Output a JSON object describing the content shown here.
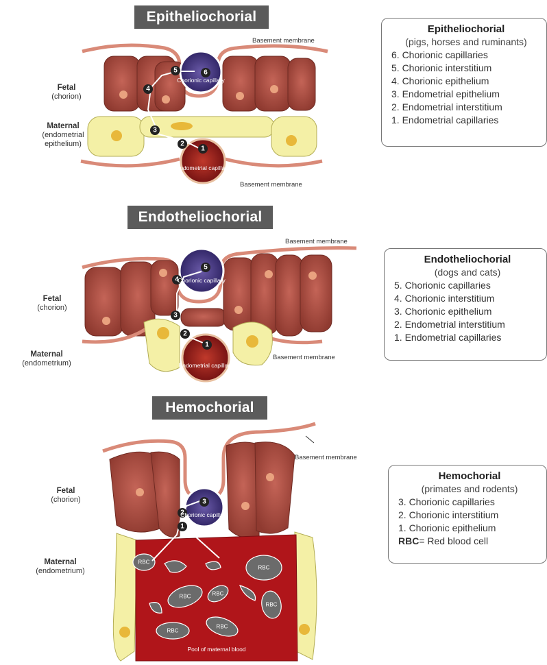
{
  "epi": {
    "title": "Epitheliochorial",
    "fetal_label": "Fetal",
    "fetal_sub": "(chorion)",
    "maternal_label": "Maternal",
    "maternal_sub": "(endometrial epithelium)",
    "basement_top": "Basement membrane",
    "basement_bottom": "Basement membrane",
    "chorionic": "Chorionic capillary",
    "endometrial": "Endometrial capillary",
    "numbers": [
      "1",
      "2",
      "3",
      "4",
      "5",
      "6"
    ],
    "box": {
      "title": "Epitheliochorial",
      "subtitle": "(pigs, horses and ruminants)",
      "items": [
        "6. Chorionic capillaries",
        "5. Chorionic interstitium",
        "4. Chorionic epithelium",
        "3. Endometrial epithelium",
        "2. Endometrial interstitium",
        "1. Endometrial capillaries"
      ]
    }
  },
  "endo": {
    "title": "Endotheliochorial",
    "fetal_label": "Fetal",
    "fetal_sub": "(chorion)",
    "maternal_label": "Maternal",
    "maternal_sub": "(endometrium)",
    "basement_top": "Basement membrane",
    "basement_bottom": "Basement membrane",
    "chorionic": "Chorionic capillary",
    "endometrial": "Endometrial capillary",
    "numbers": [
      "1",
      "2",
      "3",
      "4",
      "5"
    ],
    "box": {
      "title": "Endotheliochorial",
      "subtitle": "(dogs and cats)",
      "items": [
        "5. Chorionic capillaries",
        "4. Chorionic interstitium",
        "3. Chorionic epithelium",
        "2. Endometrial interstitium",
        "1. Endometrial capillaries"
      ]
    }
  },
  "hemo": {
    "title": "Hemochorial",
    "fetal_label": "Fetal",
    "fetal_sub": "(chorion)",
    "maternal_label": "Maternal",
    "maternal_sub": "(endometrium)",
    "basement_top": "Basement membrane",
    "chorionic": "Chorionic capillary",
    "pool": "Pool of maternal blood",
    "rbc": "RBC",
    "numbers": [
      "1",
      "2",
      "3"
    ],
    "box": {
      "title": "Hemochorial",
      "subtitle": "(primates and rodents)",
      "items": [
        "3. Chorionic capillaries",
        "2. Chorionic interstitium",
        "1. Chorionic epithelium"
      ],
      "rbc_bold": "RBC",
      "rbc_rest": "= Red blood cell"
    }
  },
  "colors": {
    "banner": "#5b5b5b",
    "fetal_cell": "#a8473c",
    "maternal_cell": "#f4f0a6",
    "capillary_fetal": "#3a2c6e",
    "capillary_maternal": "#8a1a1a",
    "membrane": "#d98a78",
    "blood_pool": "#b0151a"
  }
}
